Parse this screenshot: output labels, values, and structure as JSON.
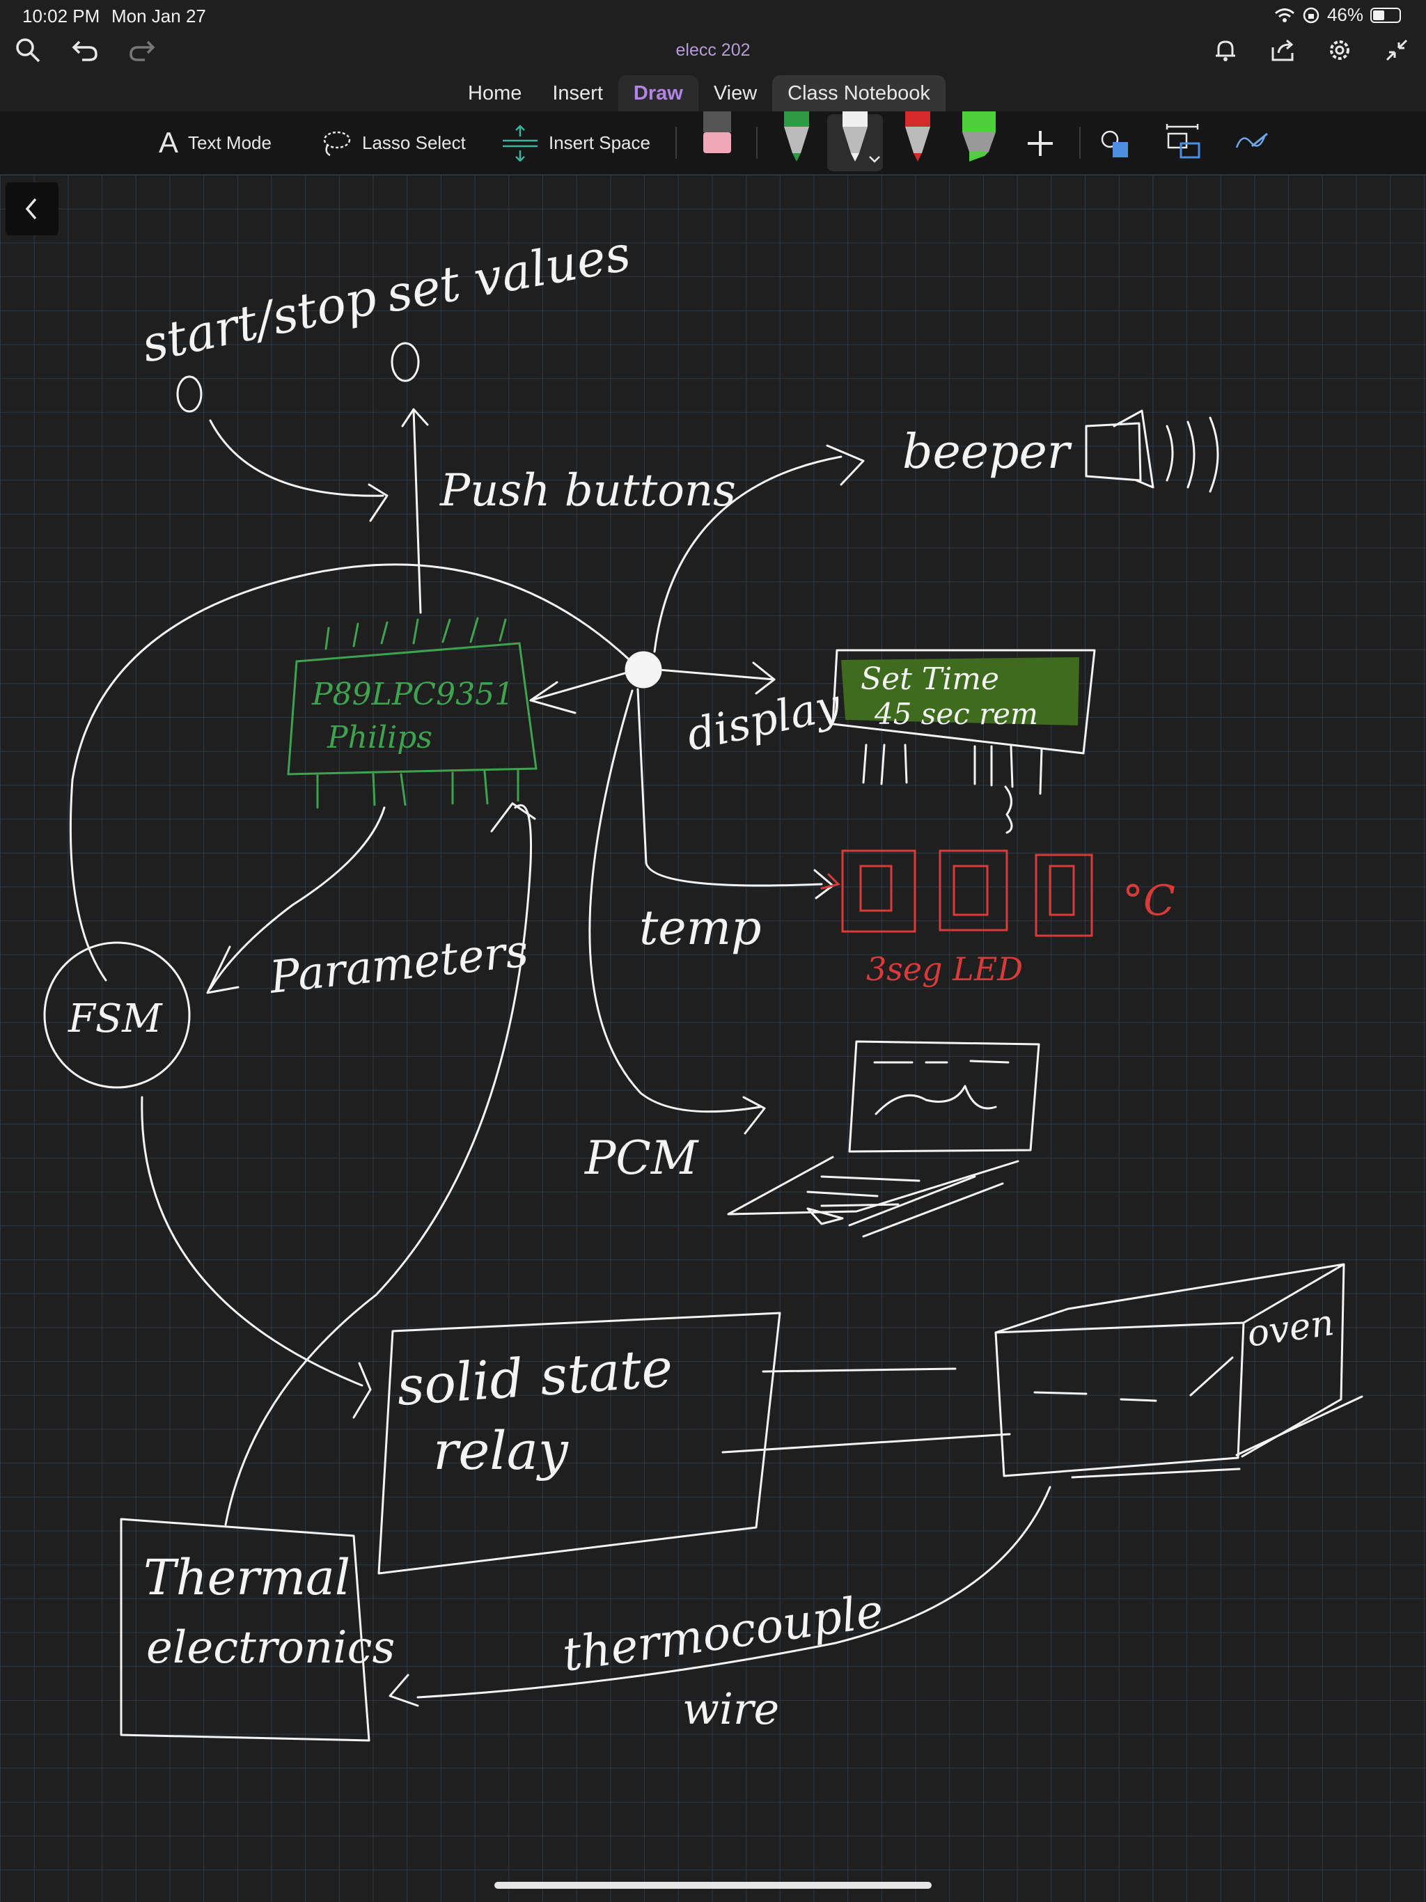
{
  "status": {
    "time": "10:02 PM",
    "date": "Mon Jan 27",
    "battery": "46%"
  },
  "document": {
    "title": "elecc 202"
  },
  "tabs": [
    "Home",
    "Insert",
    "Draw",
    "View",
    "Class Notebook"
  ],
  "active_tab": "Draw",
  "ribbon": {
    "text_mode": "Text Mode",
    "lasso_select": "Lasso Select",
    "insert_space": "Insert Space"
  },
  "pens": [
    {
      "name": "pink-eraser",
      "color": "#f0a8b8"
    },
    {
      "name": "green-pen",
      "color": "#2e9b44"
    },
    {
      "name": "white-pen",
      "color": "#f0f0f0"
    },
    {
      "name": "red-pen",
      "color": "#d42a2a"
    },
    {
      "name": "green-highlighter",
      "color": "#4ed03a"
    }
  ],
  "ink": {
    "start_stop": "start/stop",
    "set_values": "set values",
    "push_buttons": "Push buttons",
    "beeper": "beeper",
    "chip_model": "P89LPC9351",
    "chip_maker": "Philips",
    "display": "display",
    "lcd_line1": "Set Time",
    "lcd_line2": "45 sec rem",
    "temp": "temp",
    "seg_led": "3seg LED",
    "deg_c": "°C",
    "parameters": "Parameters",
    "fsm": "FSM",
    "pcm": "PCM",
    "ssr_line1": "solid state",
    "ssr_line2": "relay",
    "oven": "oven",
    "thermal_line1": "Thermal",
    "thermal_line2": "electronics",
    "thermo_line1": "thermocouple",
    "thermo_line2": "wire"
  },
  "ink_colors": {
    "white": "#f4f4f4",
    "green": "#3ea34e",
    "red": "#d93a3a",
    "lcd": "#3e6b1e"
  }
}
